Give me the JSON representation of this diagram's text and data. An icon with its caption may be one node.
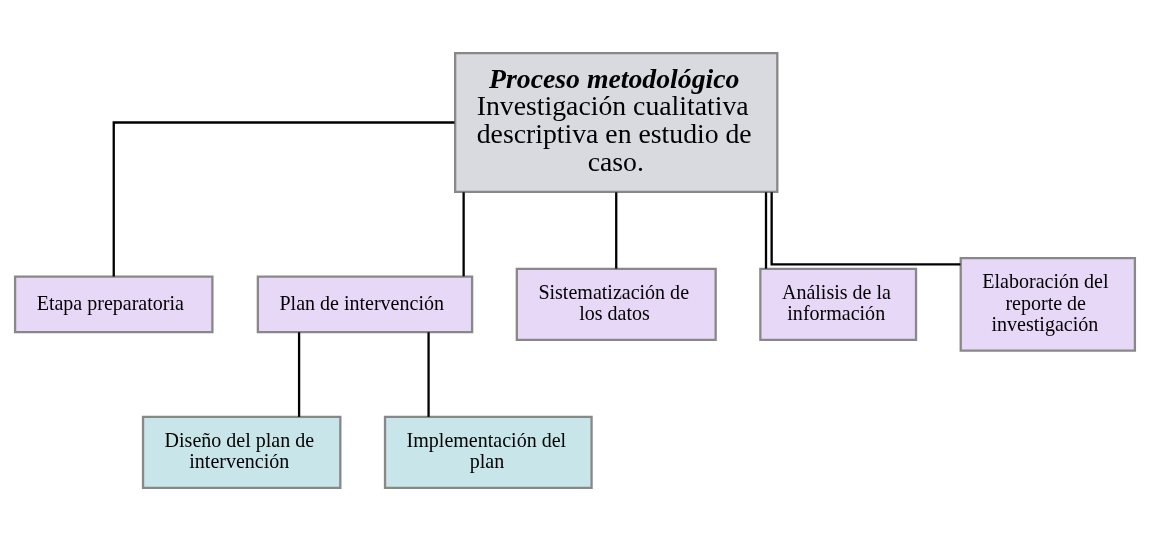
{
  "diagram": {
    "nodes": [
      {
        "text": [
          "Proceso metodológico",
          "Investigación cualitativa descriptiva en estudio de caso."
        ]
      },
      {
        "text": [
          "Etapa preparatoria"
        ]
      },
      {
        "text": [
          "Plan de intervención"
        ]
      },
      {
        "text": [
          "Sistematización de los datos"
        ]
      },
      {
        "text": [
          "Análisis de la información"
        ]
      },
      {
        "text": [
          "Elaboración del reporte de investigación"
        ]
      },
      {
        "text": [
          "Diseño del plan de intervención"
        ]
      },
      {
        "text": [
          "Implementación del plan"
        ]
      }
    ],
    "edges": [
      {
        "from": 0,
        "to": 1,
        "arrow": "none"
      },
      {
        "from": 0,
        "to": 2,
        "arrow": "none"
      },
      {
        "from": 0,
        "to": 3,
        "arrow": "none"
      },
      {
        "from": 0,
        "to": 4,
        "arrow": "none"
      },
      {
        "from": 0,
        "to": 5,
        "arrow": "none"
      },
      {
        "from": 2,
        "to": 6,
        "arrow": "none"
      },
      {
        "from": 2,
        "to": 7,
        "arrow": "none"
      }
    ]
  }
}
